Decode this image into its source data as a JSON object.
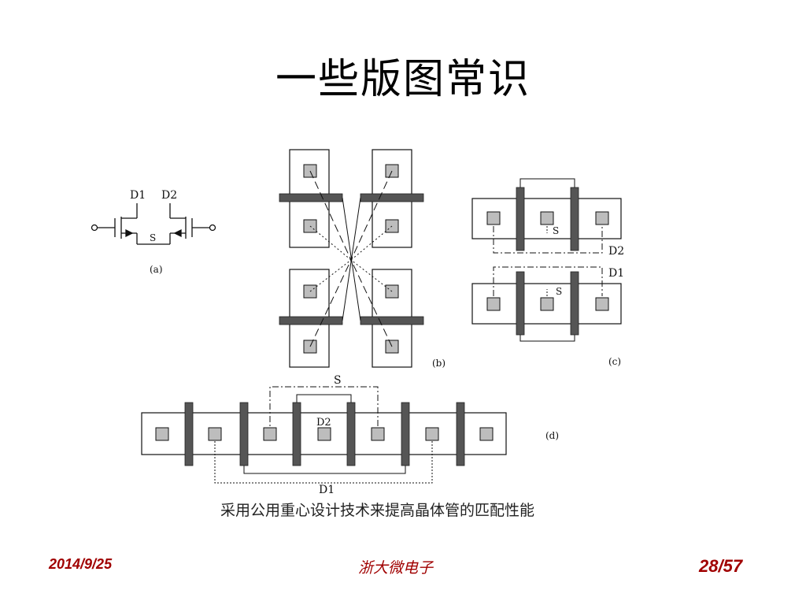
{
  "title": "一些版图常识",
  "figure": {
    "a": {
      "d1": "D1",
      "d2": "D2",
      "s": "S",
      "caption": "(a)"
    },
    "b": {
      "caption": "(b)"
    },
    "c": {
      "s_top": "S",
      "s_bottom": "S",
      "d2": "D2",
      "d1": "D1",
      "caption": "(c)"
    },
    "d": {
      "s": "S",
      "d2": "D2",
      "d1": "D1",
      "caption": "(d)"
    }
  },
  "caption": "采用公用重心设计技术来提高晶体管的匹配性能",
  "footer": {
    "date": "2014/9/25",
    "org": "浙大微电子",
    "page": "28/57"
  },
  "colors": {
    "footer": "#a00000",
    "gate": "#555555",
    "contact": "#bdbdbd"
  }
}
